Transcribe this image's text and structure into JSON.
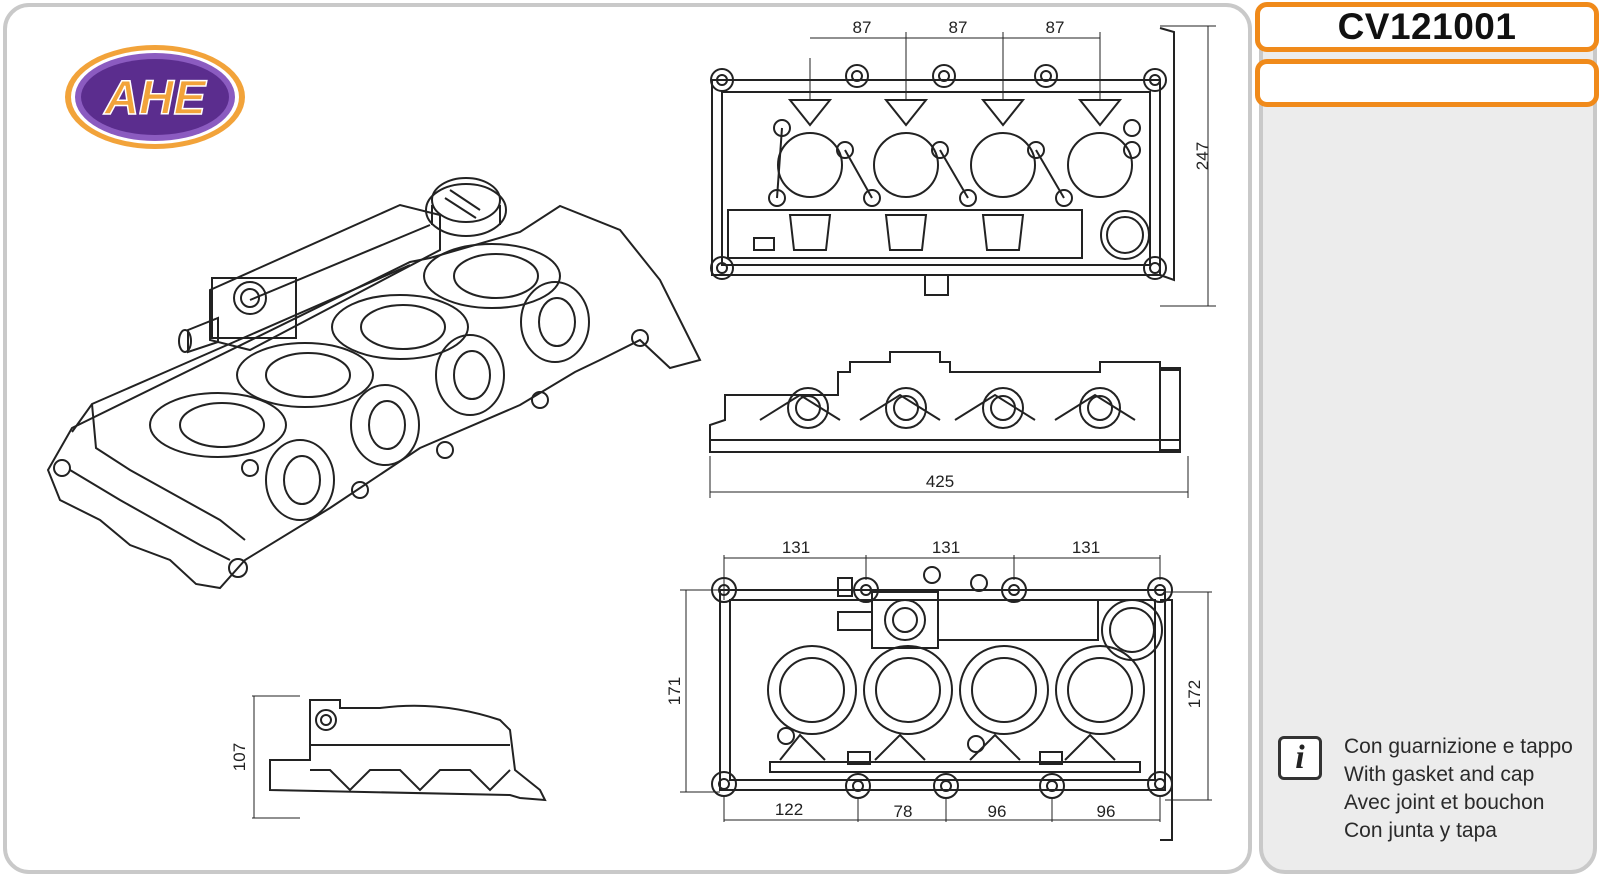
{
  "brand": {
    "logo_text": "AHE",
    "colors": {
      "logo_fill": "#5b2d8e",
      "logo_ring": "#f2a33a",
      "accent": "#f08a1a"
    }
  },
  "part": {
    "code": "CV121001",
    "secondary": ""
  },
  "info": {
    "icon": "info-icon",
    "lines": [
      "Con guarnizione e tappo",
      "With gasket and cap",
      "Avec joint et bouchon",
      "Con junta y tapa"
    ]
  },
  "dimensions": {
    "top_view": {
      "spacings": [
        "87",
        "87",
        "87"
      ],
      "height": "247"
    },
    "side_view": {
      "length": "425"
    },
    "bottom_view": {
      "top_spacings": [
        "131",
        "131",
        "131"
      ],
      "bottom_spacings": [
        "122",
        "78",
        "96",
        "96"
      ],
      "left_height": "171",
      "right_height": "172"
    },
    "end_view": {
      "height": "107"
    }
  }
}
